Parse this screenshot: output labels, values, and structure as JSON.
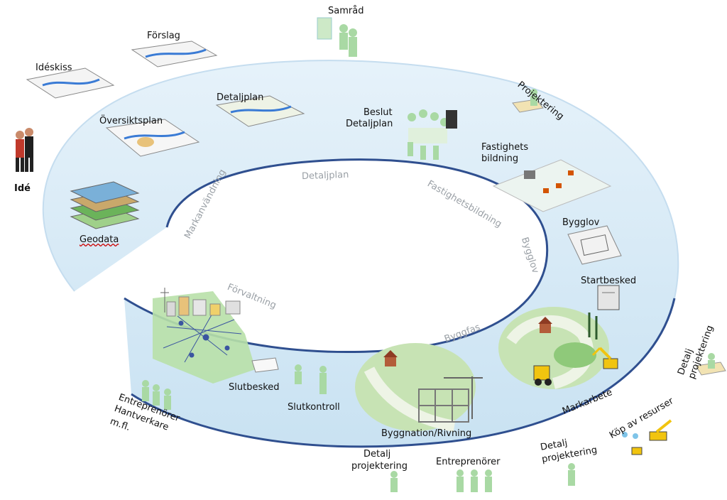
{
  "outer_labels": {
    "ide": "Idé",
    "ideskiss": "Idéskiss",
    "forslag": "Förslag",
    "samrad": "Samråd",
    "projektering": "Projektering",
    "oversiktsplan": "Översiktsplan",
    "detaljplan": "Detaljplan",
    "beslut": "Beslut",
    "beslut_detaljplan": "Detaljplan",
    "fastighets": "Fastighets",
    "bildning": "bildning",
    "geodata": "Geodata",
    "bygglov": "Bygglov",
    "startbesked": "Startbesked",
    "detalj_projektering_right": "Detalj\nprojektering",
    "entreprenorer_left_1": "Entreprenörer",
    "entreprenorer_left_2": "Hantverkare",
    "entreprenorer_left_3": "m.fl.",
    "slutbesked": "Slutbesked",
    "slutkontroll": "Slutkontroll",
    "byggnation": "Byggnation/Rivning",
    "markarbete": "Markarbete",
    "kop_av_resurser": "Köp av resurser",
    "detalj_1": "Detalj",
    "projektering_1": "projektering",
    "entreprenorer_bottom": "Entreprenörer",
    "detalj_2": "Detalj",
    "projektering_2": "projektering"
  },
  "ring_labels": {
    "markanvandning": "Markanvändning",
    "detaljplan": "Detaljplan",
    "fastighetsbildning": "Fastighetsbildning",
    "bygglov": "Bygglov",
    "byggfas": "Byggfas",
    "forvaltning": "Förvaltning"
  },
  "colors": {
    "ring_fill": "#d5eaf6",
    "ring_edge": "#2f4f8f",
    "green_area": "#c7e3b4",
    "green_dark": "#7fbf6a",
    "person": "#a9d9a4"
  }
}
